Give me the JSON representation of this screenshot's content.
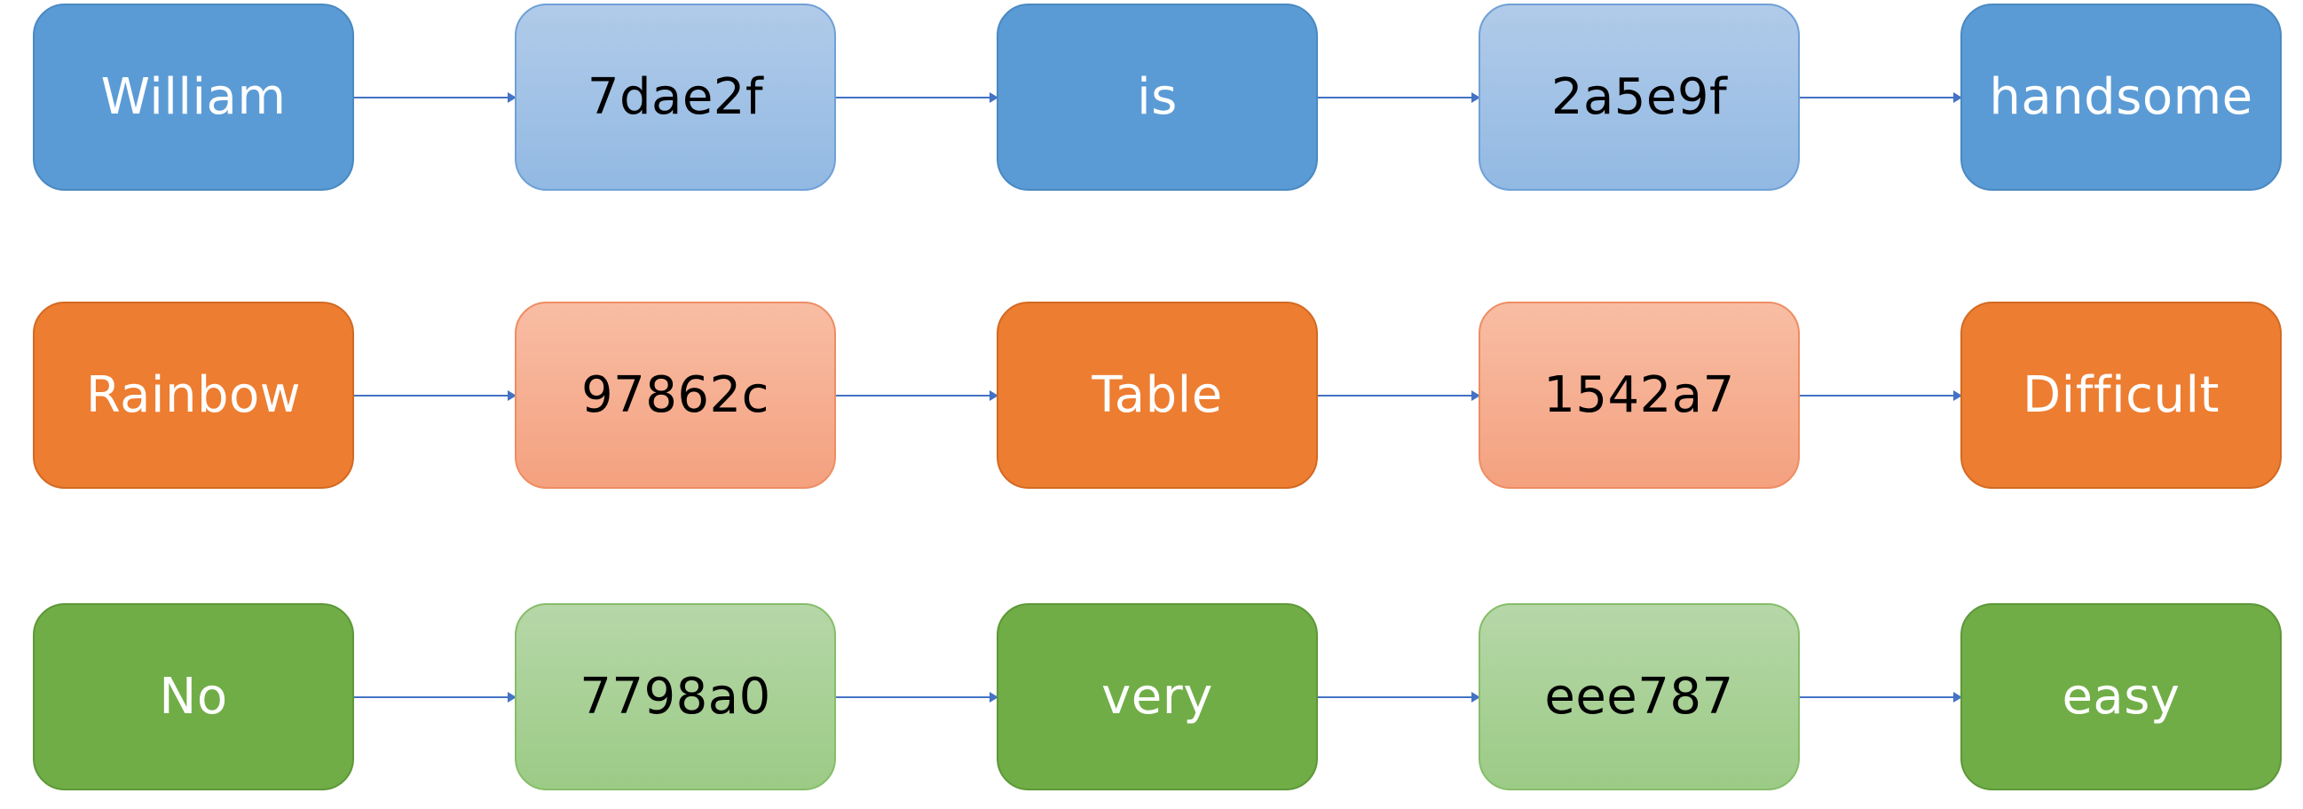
{
  "rows": [
    {
      "name": "blue",
      "nodes": [
        "William",
        "7dae2f",
        "is",
        "2a5e9f",
        "handsome"
      ]
    },
    {
      "name": "orange",
      "nodes": [
        "Rainbow",
        "97862c",
        "Table",
        "1542a7",
        "Difficult"
      ]
    },
    {
      "name": "green",
      "nodes": [
        "No",
        "7798a0",
        "very",
        "eee787",
        "easy"
      ]
    }
  ],
  "colors": {
    "blue": "#5b9bd5",
    "blue_light": "#9dc3e6",
    "orange": "#ed7d31",
    "orange_light": "#f4b183",
    "green": "#70ad47",
    "green_light": "#a9d18e",
    "arrow": "#4472c4"
  }
}
